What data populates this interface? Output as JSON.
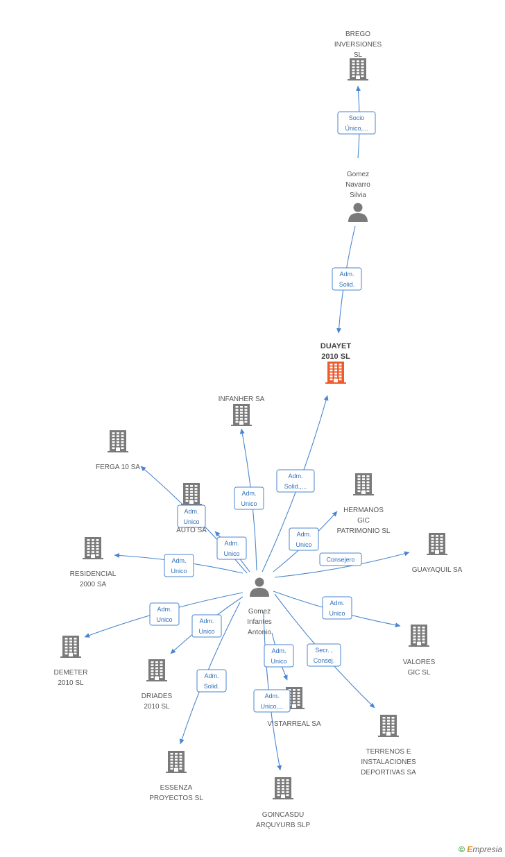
{
  "colors": {
    "company": "#7a7a7a",
    "main_company": "#ef5b2b",
    "person": "#7a7a7a",
    "edge": "#4a86cf",
    "edge_text": "#2f6fb8"
  },
  "nodes": [
    {
      "id": "brego",
      "kind": "company",
      "icon": "building-icon",
      "lines": [
        "BREGO",
        "INVERSIONES",
        "SL"
      ]
    },
    {
      "id": "navarro",
      "kind": "person",
      "icon": "person-icon",
      "lines": [
        "Gomez",
        "Navarro",
        "Silvia"
      ]
    },
    {
      "id": "duayet",
      "kind": "main",
      "icon": "building-icon",
      "lines": [
        "DUAYET",
        "2010 SL"
      ]
    },
    {
      "id": "infanher",
      "kind": "company",
      "icon": "building-icon",
      "lines": [
        "INFANHER SA"
      ]
    },
    {
      "id": "ferga",
      "kind": "company",
      "icon": "building-icon",
      "lines": [
        "FERGA 10 SA"
      ]
    },
    {
      "id": "autosa",
      "kind": "company",
      "icon": "building-icon",
      "lines": [
        "G",
        "AUTO          SA"
      ]
    },
    {
      "id": "hermanos",
      "kind": "company",
      "icon": "building-icon",
      "lines": [
        "HERMANOS",
        "GIC",
        "PATRIMONIO SL"
      ]
    },
    {
      "id": "guayaquil",
      "kind": "company",
      "icon": "building-icon",
      "lines": [
        "GUAYAQUIL SA"
      ]
    },
    {
      "id": "residencial",
      "kind": "company",
      "icon": "building-icon",
      "lines": [
        "RESIDENCIAL",
        "2000 SA"
      ]
    },
    {
      "id": "antonio",
      "kind": "person",
      "icon": "person-icon",
      "lines": [
        "Gomez",
        "Infantes",
        "Antonio"
      ]
    },
    {
      "id": "valores",
      "kind": "company",
      "icon": "building-icon",
      "lines": [
        "VALORES",
        "GIC SL"
      ]
    },
    {
      "id": "demeter",
      "kind": "company",
      "icon": "building-icon",
      "lines": [
        "DEMETER",
        "2010 SL"
      ]
    },
    {
      "id": "driades",
      "kind": "company",
      "icon": "building-icon",
      "lines": [
        "DRIADES",
        "2010 SL"
      ]
    },
    {
      "id": "vistarreal",
      "kind": "company",
      "icon": "building-icon",
      "lines": [
        "VISTARREAL SA"
      ]
    },
    {
      "id": "terrenos",
      "kind": "company",
      "icon": "building-icon",
      "lines": [
        "TERRENOS E",
        "INSTALACIONES",
        "DEPORTIVAS SA"
      ]
    },
    {
      "id": "essenza",
      "kind": "company",
      "icon": "building-icon",
      "lines": [
        "ESSENZA",
        "PROYECTOS SL"
      ]
    },
    {
      "id": "goincasdu",
      "kind": "company",
      "icon": "building-icon",
      "lines": [
        "GOINCASDU",
        "ARQUYURB SLP"
      ]
    }
  ],
  "edges": [
    {
      "from": "navarro",
      "to": "brego",
      "label": [
        "Socio",
        "Único,..."
      ]
    },
    {
      "from": "navarro",
      "to": "duayet",
      "label": [
        "Adm.",
        "Solid."
      ]
    },
    {
      "from": "antonio",
      "to": "duayet",
      "label": [
        "Adm.",
        "Solid.,..."
      ]
    },
    {
      "from": "antonio",
      "to": "infanher",
      "label": [
        "Adm.",
        "Unico"
      ]
    },
    {
      "from": "antonio",
      "to": "ferga",
      "label": [
        "Adm.",
        "Unico"
      ]
    },
    {
      "from": "antonio",
      "to": "autosa",
      "label": [
        "Adm.",
        "Unico"
      ]
    },
    {
      "from": "antonio",
      "to": "hermanos",
      "label": [
        "Adm.",
        "Unico"
      ]
    },
    {
      "from": "antonio",
      "to": "guayaquil",
      "label": [
        "Consejero"
      ]
    },
    {
      "from": "antonio",
      "to": "residencial",
      "label": [
        "Adm.",
        "Unico"
      ]
    },
    {
      "from": "antonio",
      "to": "valores",
      "label": [
        "Adm.",
        "Unico"
      ]
    },
    {
      "from": "antonio",
      "to": "demeter",
      "label": [
        "Adm.",
        "Unico"
      ]
    },
    {
      "from": "antonio",
      "to": "driades",
      "label": [
        "Adm.",
        "Unico"
      ]
    },
    {
      "from": "antonio",
      "to": "vistarreal",
      "label": [
        "Adm.",
        "Unico"
      ]
    },
    {
      "from": "antonio",
      "to": "terrenos",
      "label": [
        "Secr. ,",
        "Consej."
      ]
    },
    {
      "from": "antonio",
      "to": "essenza",
      "label": [
        "Adm.",
        "Solid."
      ]
    },
    {
      "from": "antonio",
      "to": "goincasdu",
      "label": [
        "Adm.",
        "Unico,..."
      ]
    }
  ],
  "brand": {
    "symbol": "©",
    "initial": "E",
    "rest": "mpresia"
  }
}
